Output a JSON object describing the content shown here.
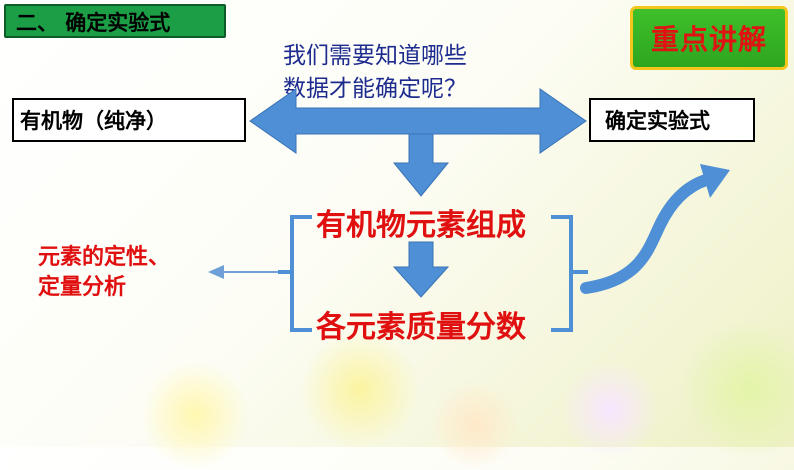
{
  "title": {
    "label": "二、 确定实验式"
  },
  "badge": {
    "label": "重点讲解"
  },
  "left_box": {
    "label": "有机物（纯净）"
  },
  "right_box": {
    "label": "确定实验式"
  },
  "question": {
    "line1": "我们需要知道哪些",
    "line2": "数据才能确定呢？"
  },
  "center": {
    "item1": "有机物元素组成",
    "item2": "各元素质量分数"
  },
  "side_note": {
    "line1": "元素的定性、",
    "line2": "定量分析"
  },
  "colors": {
    "title_bg": "#1b9e46",
    "badge_bg": "#3fbf2a",
    "badge_border": "#f4c51a",
    "accent_red": "#e01010",
    "arrow_blue": "#4f8fd6",
    "question_blue": "#1d2b8f"
  }
}
